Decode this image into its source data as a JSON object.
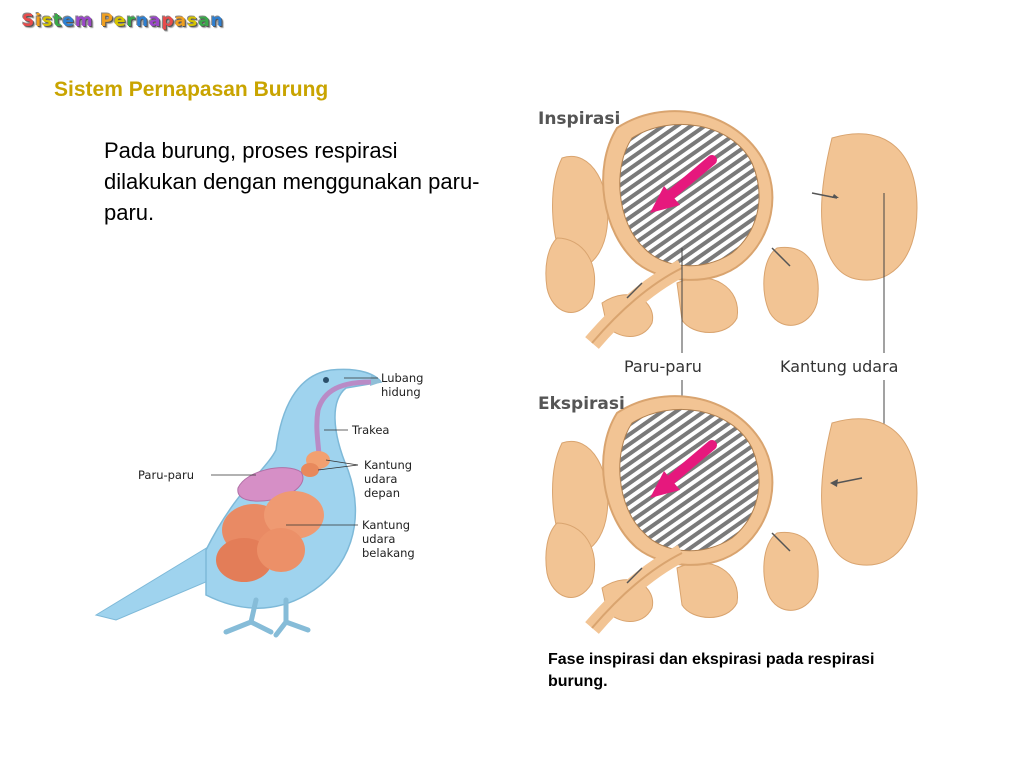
{
  "header": {
    "wordart_title": "Sistem Pernapasan"
  },
  "slide": {
    "title": "Sistem Pernapasan Burung",
    "body": "Pada burung, proses respirasi dilakukan dengan menggunakan paru-paru.",
    "caption": "Fase inspirasi dan ekspirasi pada respirasi burung."
  },
  "bird_figure": {
    "label_lubang": [
      "Lubang",
      "hidung"
    ],
    "label_trakea": "Trakea",
    "label_kantung_depan": [
      "Kantung",
      "udara",
      "depan"
    ],
    "label_kantung_belakang": [
      "Kantung",
      "udara",
      "belakang"
    ],
    "label_paru": "Paru-paru"
  },
  "lung_figure": {
    "inspirasi": "Inspirasi",
    "ekspirasi": "Ekspirasi",
    "label_paru": "Paru-paru",
    "label_kantung": "Kantung  udara"
  },
  "colors": {
    "title": "#c9a400",
    "bird_body": "#9fd3ee",
    "air_sac": "#f2c494",
    "lung_pink": "#d68fc6",
    "arrow_magenta": "#e6187d"
  }
}
